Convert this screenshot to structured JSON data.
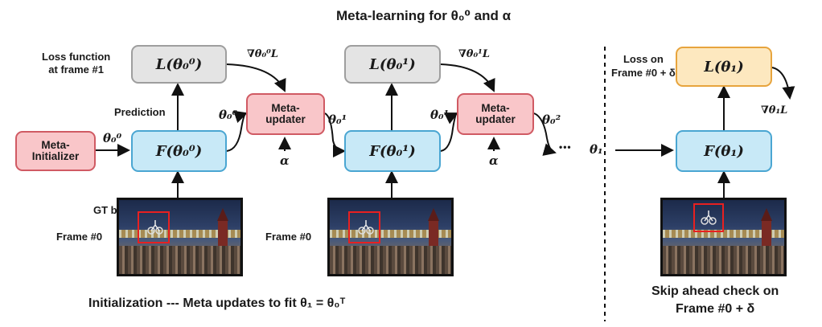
{
  "title": "Meta-learning for θ₀⁰ and α",
  "boxes": {
    "meta_initializer": "Meta-\nInitializer",
    "L1": "L(θ₀⁰)",
    "F1": "F(θ₀⁰)",
    "updater1": "Meta-\nupdater",
    "L2": "L(θ₀¹)",
    "F2": "F(θ₀¹)",
    "updater2": "Meta-\nupdater",
    "L3": "L(θ₁)",
    "F3": "F(θ₁)"
  },
  "labels": {
    "loss_function": "Loss function\nat frame #1",
    "prediction": "Prediction",
    "gt_box": "GT box",
    "frame0_a": "Frame #0",
    "frame0_b": "Frame #0",
    "loss_on": "Loss on\nFrame #0 + δ",
    "ellipsis": "•••",
    "bottom_left": "Initialization --- Meta updates to fit θ₁ = θ₀ᵀ",
    "bottom_right": "Skip ahead check on\nFrame #0 + δ"
  },
  "math": {
    "theta00_in": "θ₀⁰",
    "grad1": "∇θ₀⁰L",
    "theta00_out": "θ₀⁰",
    "alpha1": "α",
    "theta01_out": "θ₀¹",
    "grad2": "∇θ₀¹L",
    "theta01_in": "θ₀¹",
    "alpha2": "α",
    "theta02": "θ₀²",
    "theta1": "θ₁",
    "grad3": "∇θ₁L"
  },
  "colors": {
    "red_fill": "#f9c6c9",
    "blue_fill": "#c8e9f7",
    "gray_fill": "#e4e4e4",
    "orange_fill": "#fde8bf"
  }
}
